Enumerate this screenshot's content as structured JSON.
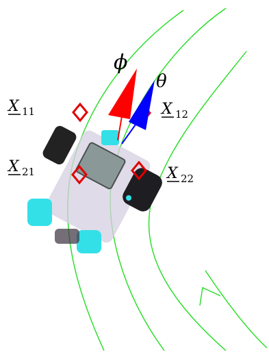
{
  "labels": {
    "phi": "ϕ",
    "theta": "θ",
    "x11": {
      "base": "X",
      "sub": "11"
    },
    "x12": {
      "base": "X",
      "sub": "12"
    },
    "x21": {
      "base": "X",
      "sub": "21"
    },
    "x22": {
      "base": "X",
      "sub": "22"
    }
  },
  "colors": {
    "path": "#22dd22",
    "phi_arrow": "#ff0000",
    "theta_arrow": "#0000ff",
    "markers": "#e00000",
    "robot_cyan": "#33e0e8",
    "robot_dark": "#222222"
  }
}
